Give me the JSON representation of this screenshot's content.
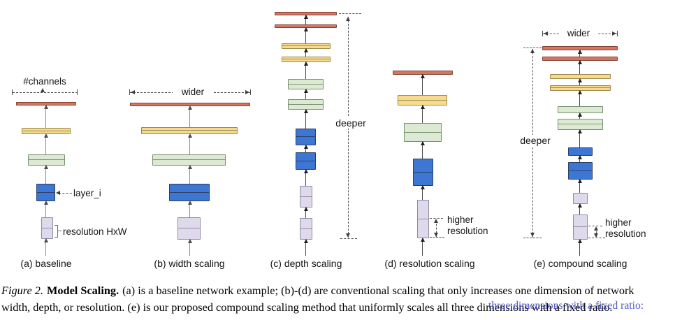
{
  "annotations": {
    "channels": "#channels",
    "wider": "wider",
    "deeper": "deeper",
    "layer_i": "layer_i",
    "resolution_hxw": "resolution HxW",
    "higher": "higher",
    "resolution": "resolution"
  },
  "panels": [
    {
      "caption": "(a) baseline",
      "stack_counts": {
        "red": 1,
        "yellow": 1,
        "green": 1,
        "blue": 1,
        "purple": 1
      },
      "annotations": [
        "#channels",
        "layer_i",
        "resolution HxW"
      ]
    },
    {
      "caption": "(b) width scaling",
      "stack_counts": {
        "red": 1,
        "yellow": 1,
        "green": 1,
        "blue": 1,
        "purple": 1
      },
      "annotations": [
        "wider"
      ]
    },
    {
      "caption": "(c) depth scaling",
      "stack_counts": {
        "red": 2,
        "yellow": 2,
        "green": 2,
        "blue": 2,
        "purple": 2
      },
      "annotations": [
        "deeper"
      ]
    },
    {
      "caption": "(d) resolution scaling",
      "stack_counts": {
        "red": 1,
        "yellow": 1,
        "green": 1,
        "blue": 1,
        "purple": 1
      },
      "annotations": [
        "higher resolution"
      ]
    },
    {
      "caption": "(e) compound scaling",
      "stack_counts": {
        "red": 2,
        "yellow": 2,
        "green": 2,
        "blue": 2,
        "purple": 2
      },
      "annotations": [
        "wider",
        "deeper",
        "higher resolution"
      ]
    }
  ],
  "figure_caption": {
    "label": "Figure 2.",
    "title": "Model Scaling.",
    "line1_rest": "(a) is a baseline network example; (b)-(d) are conventional scaling that only increases one dimension of network",
    "line2": "width, depth, or resolution. (e) is our proposed compound scaling method that uniformly scales all three dimensions with a fixed ratio.",
    "watermark": "three dimensions with a fixed ratio:"
  },
  "colors": {
    "red_fill": "#D9755F",
    "red_border": "#7F4136",
    "yellow_fill": "#F7DA8D",
    "yellow_border": "#9A8A4E",
    "green_fill": "#DCEAD4",
    "green_border": "#76906F",
    "blue_fill": "#3D76D3",
    "blue_border": "#2B3F63",
    "purple_fill": "#DFD9EC",
    "purple_border": "#8F8BA4",
    "watermark_blue": "#2B35B8"
  }
}
